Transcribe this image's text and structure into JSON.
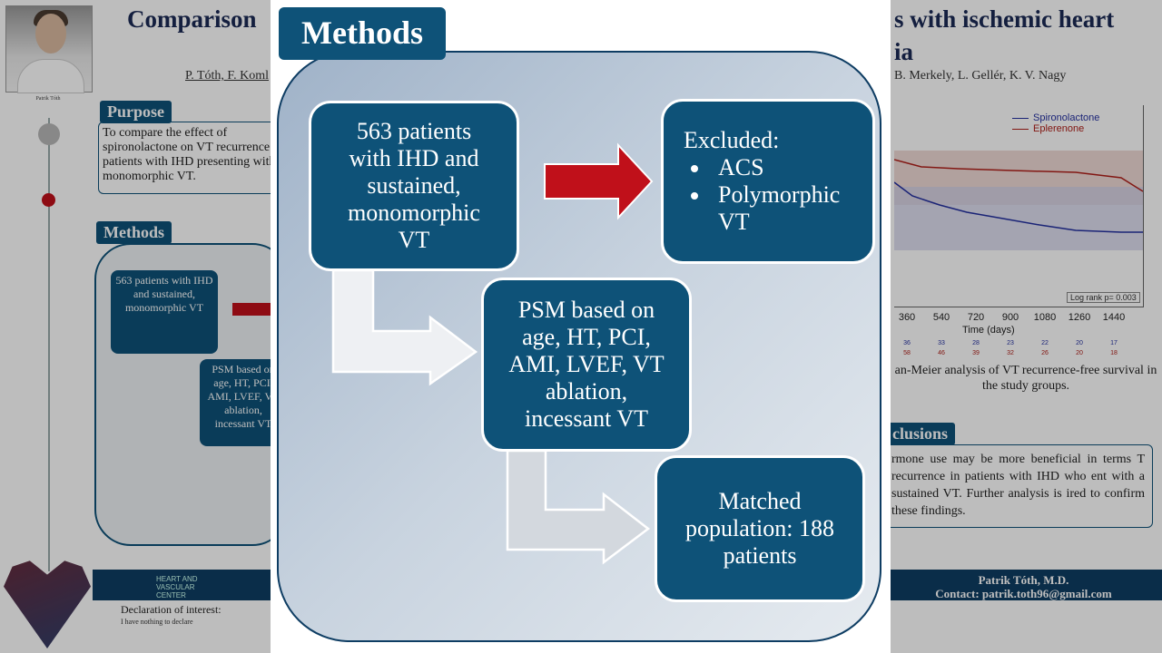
{
  "poster": {
    "title_left": "Comparison",
    "title_right_line1": "s with ischemic heart",
    "title_right_line2": "ia",
    "authors_left": "P. Tóth, F. Koml",
    "authors_right": "B. Merkely, L. Gellér, K. V. Nagy",
    "photo_caption": "Patrik Tóth",
    "purpose_label": "Purpose",
    "purpose_text": "To compare the effect of spironolactone on VT recurrence in patients with IHD presenting with monomorphic VT.",
    "methods_label": "Methods",
    "mini_box1": "563 patients with IHD and sustained, monomorphic VT",
    "mini_box2": "PSM based on age, HT, PCI, AMI, LVEF, VT ablation, incessant VT",
    "km_legend": [
      "Spironolactone",
      "Eplerenone"
    ],
    "km_pvalue": "Log rank p= 0.003",
    "km_xticks": [
      "360",
      "540",
      "720",
      "900",
      "1080",
      "1260",
      "1440"
    ],
    "km_xlabel": "Time (days)",
    "km_risk_spiro": [
      "36",
      "33",
      "28",
      "23",
      "22",
      "20",
      "17"
    ],
    "km_risk_eple": [
      "58",
      "46",
      "39",
      "32",
      "26",
      "20",
      "18"
    ],
    "km_caption": "an-Meier analysis of VT recurrence-free survival in the study groups.",
    "conclusions_label": "clusions",
    "conclusions_text": "rmone use may be more beneficial in terms T recurrence in patients with IHD who ent with a sustained VT. Further analysis is ired to confirm these findings.",
    "logo_text": "HEART AND VASCULAR CENTER",
    "footer_name": "Patrik Tóth, M.D.",
    "footer_contact": "Contact: patrik.toth96@gmail.com",
    "declaration": "Declaration of interest:",
    "declaration_sub": "I have nothing to declare"
  },
  "methods": {
    "title": "Methods",
    "box1_lines": [
      "563 patients",
      "with IHD and",
      "sustained,",
      "monomorphic",
      "VT"
    ],
    "excluded_title": "Excluded:",
    "excluded_items": [
      "ACS",
      "Polymorphic VT"
    ],
    "box2_lines": [
      "PSM based on",
      "age, HT, PCI,",
      "AMI, LVEF, VT",
      "ablation,",
      "incessant VT"
    ],
    "box3_lines": [
      "Matched",
      "population: 188",
      "patients"
    ]
  },
  "colors": {
    "box_fill": "#0e5278",
    "red_arrow": "#c0101a",
    "panel_border": "#0e3d63"
  }
}
